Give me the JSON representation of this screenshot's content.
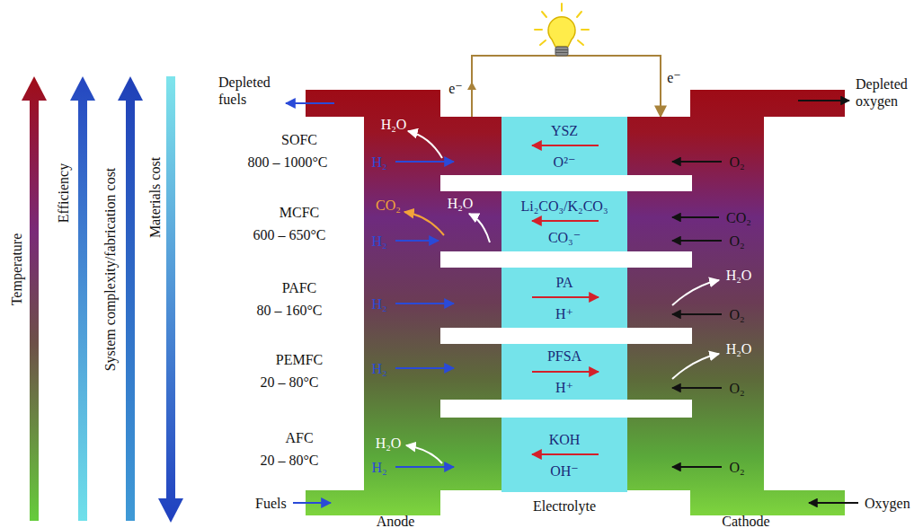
{
  "diagram": {
    "nodes": [
      {
        "text": [
          "Anode"
        ]
      },
      {
        "text": [
          "Cathode"
        ]
      },
      {
        "text": [
          "YSZ",
          "O²⁻"
        ]
      },
      {
        "text": [
          "Li₂CO₃/K₂CO₃",
          "CO₃⁻"
        ]
      },
      {
        "text": [
          "PA",
          "H⁺"
        ]
      },
      {
        "text": [
          "PFSA",
          "H⁺"
        ]
      },
      {
        "text": [
          "KOH",
          "OH⁻"
        ]
      }
    ],
    "edges": [
      {
        "from": 0,
        "to": 1,
        "arrow": "to",
        "label": "e⁻"
      }
    ],
    "labels": [
      "Temperature",
      "Efficiency",
      "System complexity/fabrication cost",
      "Materials cost",
      "Depleted fuels",
      "Depleted oxygen",
      "SOFC",
      "800 – 1000°C",
      "MCFC",
      "600 – 650°C",
      "PAFC",
      "80 – 160°C",
      "PEMFC",
      "20 – 80°C",
      "AFC",
      "20 – 80°C",
      "H₂O",
      "H₂",
      "CO₂",
      "H₂O",
      "H₂",
      "H₂",
      "H₂",
      "H₂O",
      "H₂",
      "O₂",
      "CO₂",
      "O₂",
      "H₂O",
      "O₂",
      "H₂O",
      "O₂",
      "O₂",
      "e⁻",
      "Fuels",
      "Oxygen",
      "Electrolyte"
    ]
  }
}
